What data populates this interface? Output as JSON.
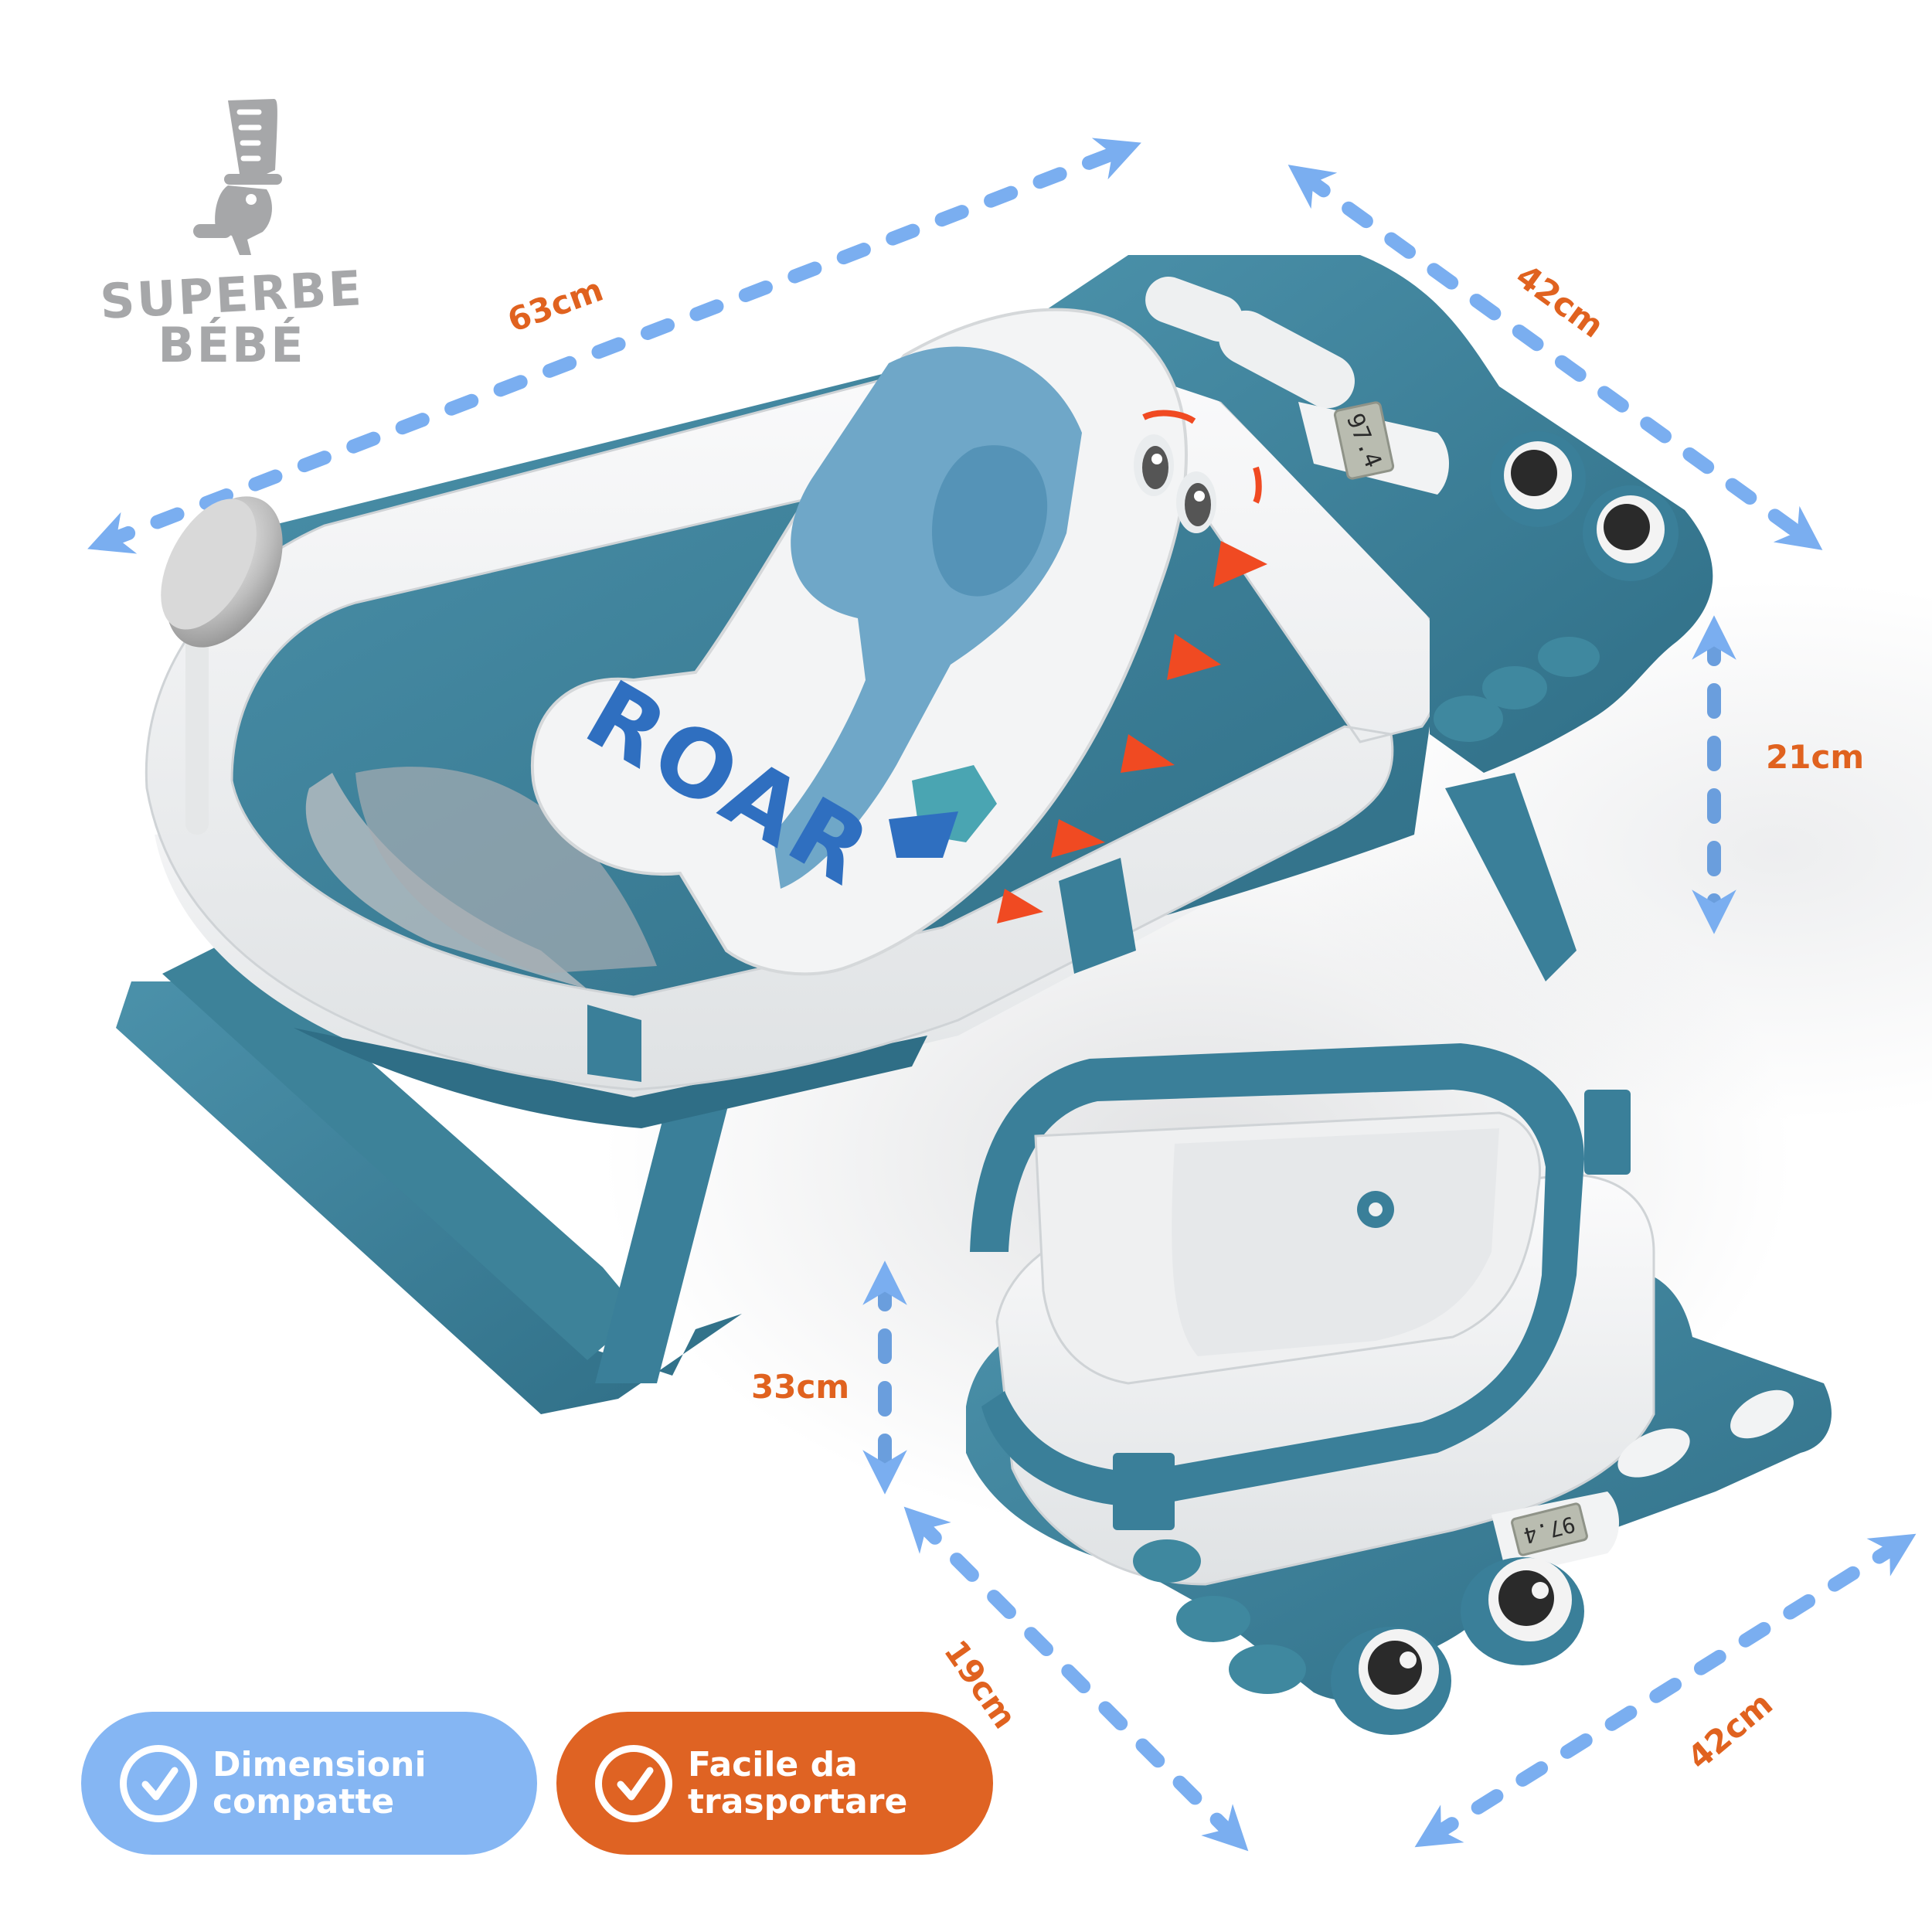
{
  "brand": {
    "line1": "SUPERBE",
    "line2": "BÉBÉ",
    "color": "#a6a7a9",
    "mascot_icon": "bird-with-top-hat-icon"
  },
  "product": {
    "description": "Foldable baby bathtub with dinosaur bath seat, shown unfolded and folded",
    "seat_print": "ROAR",
    "thermometer_open": "97.4",
    "thermometer_folded": "97.4",
    "colors": {
      "tub_teal": "#3a7f99",
      "tub_white": "#eef0f1",
      "seat_blue": "#2f6fc0",
      "accent_red": "#f04a22"
    }
  },
  "dimensions": {
    "open_length": "63cm",
    "open_width": "42cm",
    "open_rim_height": "21cm",
    "folded_height": "33cm",
    "folded_depth": "19cm",
    "folded_width": "42cm",
    "label_color": "#e0621f",
    "arrow_color": "#7aaef0"
  },
  "badges": [
    {
      "line1": "Dimensioni",
      "line2": "compatte",
      "icon": "check-circle-icon",
      "color": "#85b6f3"
    },
    {
      "line1": "Facile da",
      "line2": "trasportare",
      "icon": "check-circle-icon",
      "color": "#df6323"
    }
  ]
}
